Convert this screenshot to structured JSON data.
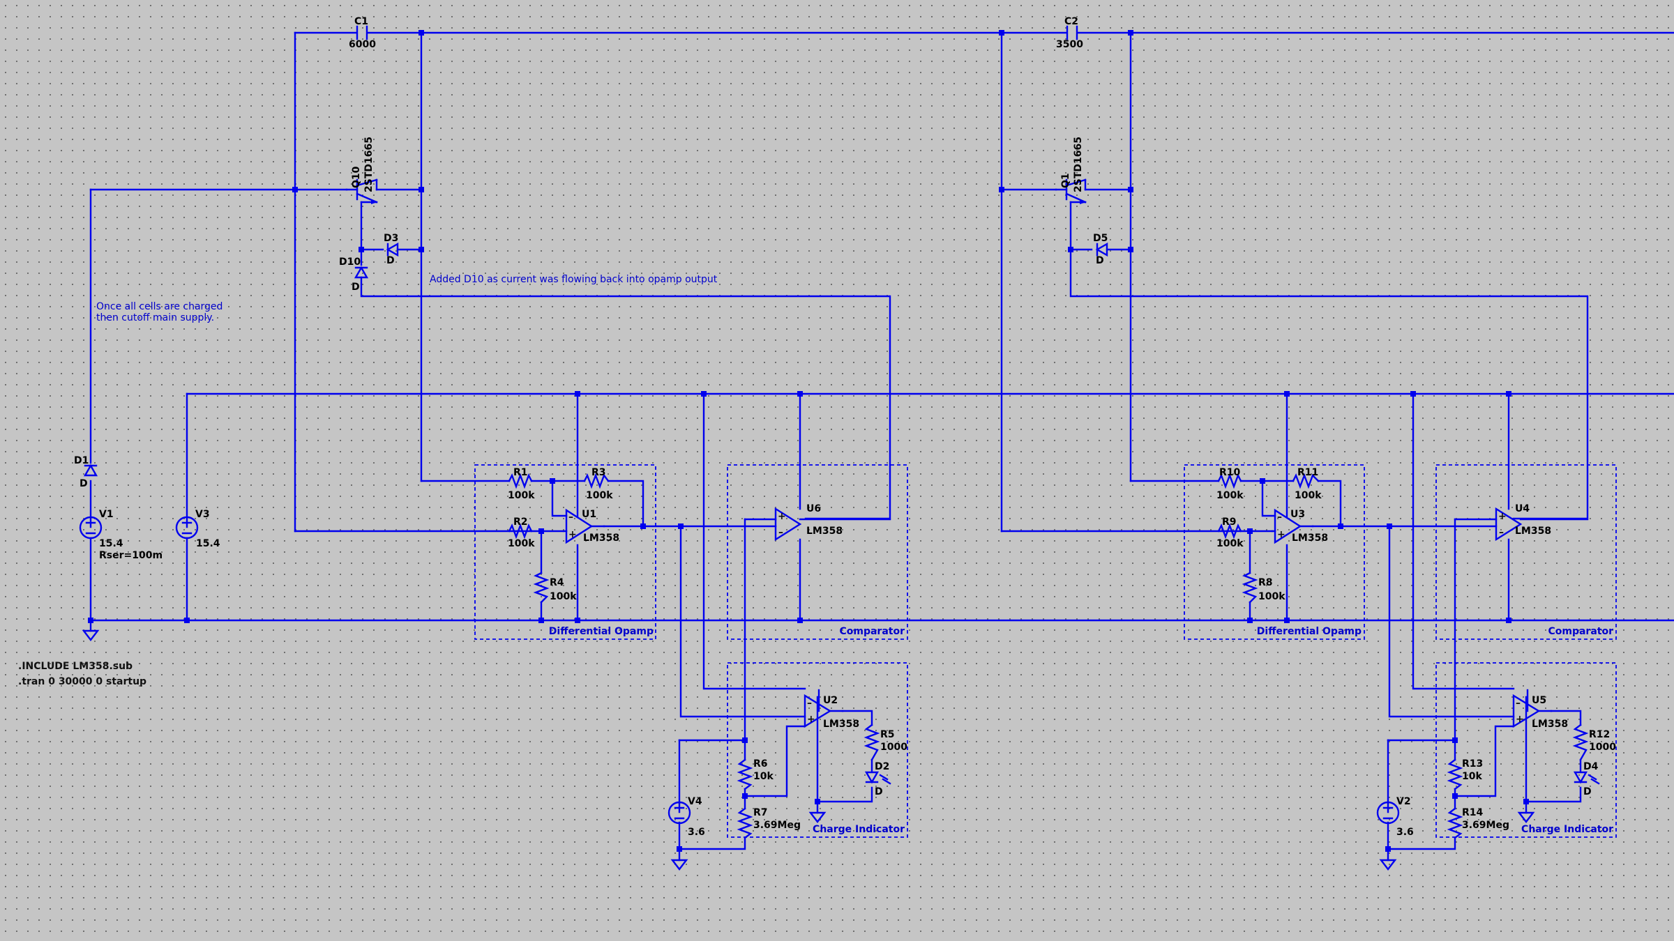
{
  "colors": {
    "background": "#c5c5c5",
    "wire": "#0000ee",
    "grid_dot": "#6f6f6f"
  },
  "labels": {
    "C1": "C1",
    "C1_val": "6000",
    "C2": "C2",
    "C2_val": "3500",
    "Q10": "Q10",
    "Q10_model": "2STD1665",
    "Q1": "Q1",
    "Q1_model": "2STD1665",
    "D3": "D3",
    "D3_model": "D",
    "D5": "D5",
    "D5_model": "D",
    "D10": "D10",
    "D10_model": "D",
    "D1": "D1",
    "D1_model": "D",
    "D2": "D2",
    "D2_model": "D",
    "D4": "D4",
    "D4_model": "D",
    "V1": "V1",
    "V1_val": "15.4",
    "V1_rser": "Rser=100m",
    "V3": "V3",
    "V3_val": "15.4",
    "V4": "V4",
    "V4_val": "3.6",
    "V2": "V2",
    "V2_val": "3.6",
    "R1": "R1",
    "R1_val": "100k",
    "R2": "R2",
    "R2_val": "100k",
    "R3": "R3",
    "R3_val": "100k",
    "R4": "R4",
    "R4_val": "100k",
    "R5": "R5",
    "R5_val": "1000",
    "R6": "R6",
    "R6_val": "10k",
    "R7": "R7",
    "R7_val": "3.69Meg",
    "R8": "R8",
    "R8_val": "100k",
    "R9": "R9",
    "R9_val": "100k",
    "R10": "R10",
    "R10_val": "100k",
    "R11": "R11",
    "R11_val": "100k",
    "R12": "R12",
    "R12_val": "1000",
    "R13": "R13",
    "R13_val": "10k",
    "R14": "R14",
    "R14_val": "3.69Meg",
    "U1": "U1",
    "U1_model": "LM358",
    "U2": "U2",
    "U2_model": "LM358",
    "U3": "U3",
    "U3_model": "LM358",
    "U4": "U4",
    "U4_model": "LM358",
    "U5": "U5",
    "U5_model": "LM358",
    "U6": "U6",
    "U6_model": "LM358"
  },
  "blocks": {
    "diff1": "Differential Opamp",
    "comp1": "Comparator",
    "charge1": "Charge Indicator",
    "diff2": "Differential Opamp",
    "comp2": "Comparator",
    "charge2": "Charge Indicator"
  },
  "comments": {
    "d10_note": "Added D10 as current was flowing back into opamp output",
    "cutoff_line1": "Once all cells are charged",
    "cutoff_line2": "then cutoff main supply."
  },
  "directives": {
    "include": ".INCLUDE LM358.sub",
    "tran": ".tran 0 30000 0 startup"
  }
}
